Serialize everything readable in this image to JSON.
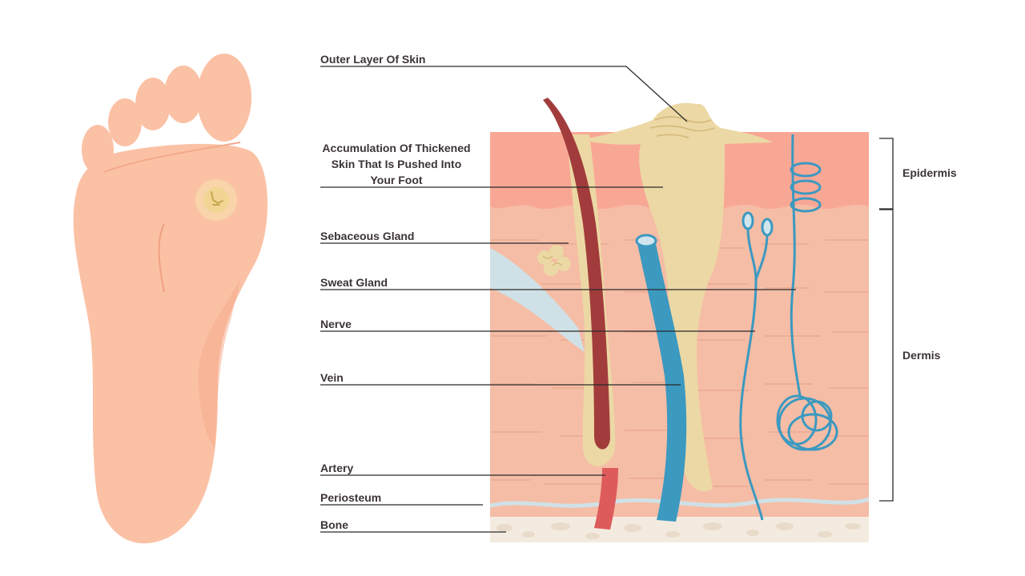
{
  "labels": {
    "outer_layer": "Outer Layer Of Skin",
    "accumulation_1": "Accumulation Of Thickened",
    "accumulation_2": "Skin That Is Pushed Into",
    "accumulation_3": "Your Foot",
    "sebaceous": "Sebaceous Gland",
    "sweat": "Sweat Gland",
    "nerve": "Nerve",
    "vein": "Vein",
    "artery": "Artery",
    "periosteum": "Periosteum",
    "bone": "Bone"
  },
  "regions": {
    "epidermis": "Epidermis",
    "dermis": "Dermis"
  },
  "colors": {
    "foot": "#fbc1a5",
    "foot_shade": "#f5a88a",
    "epidermis": "#f9a795",
    "dermis": "#f5bda6",
    "corn": "#ecd8a4",
    "hair": "#a23c3c",
    "vein": "#3c99c0",
    "artery": "#de5b5b",
    "nerve": "#3c99c0",
    "bone": "#f4ebe0",
    "periosteum": "#cfe1e6"
  }
}
